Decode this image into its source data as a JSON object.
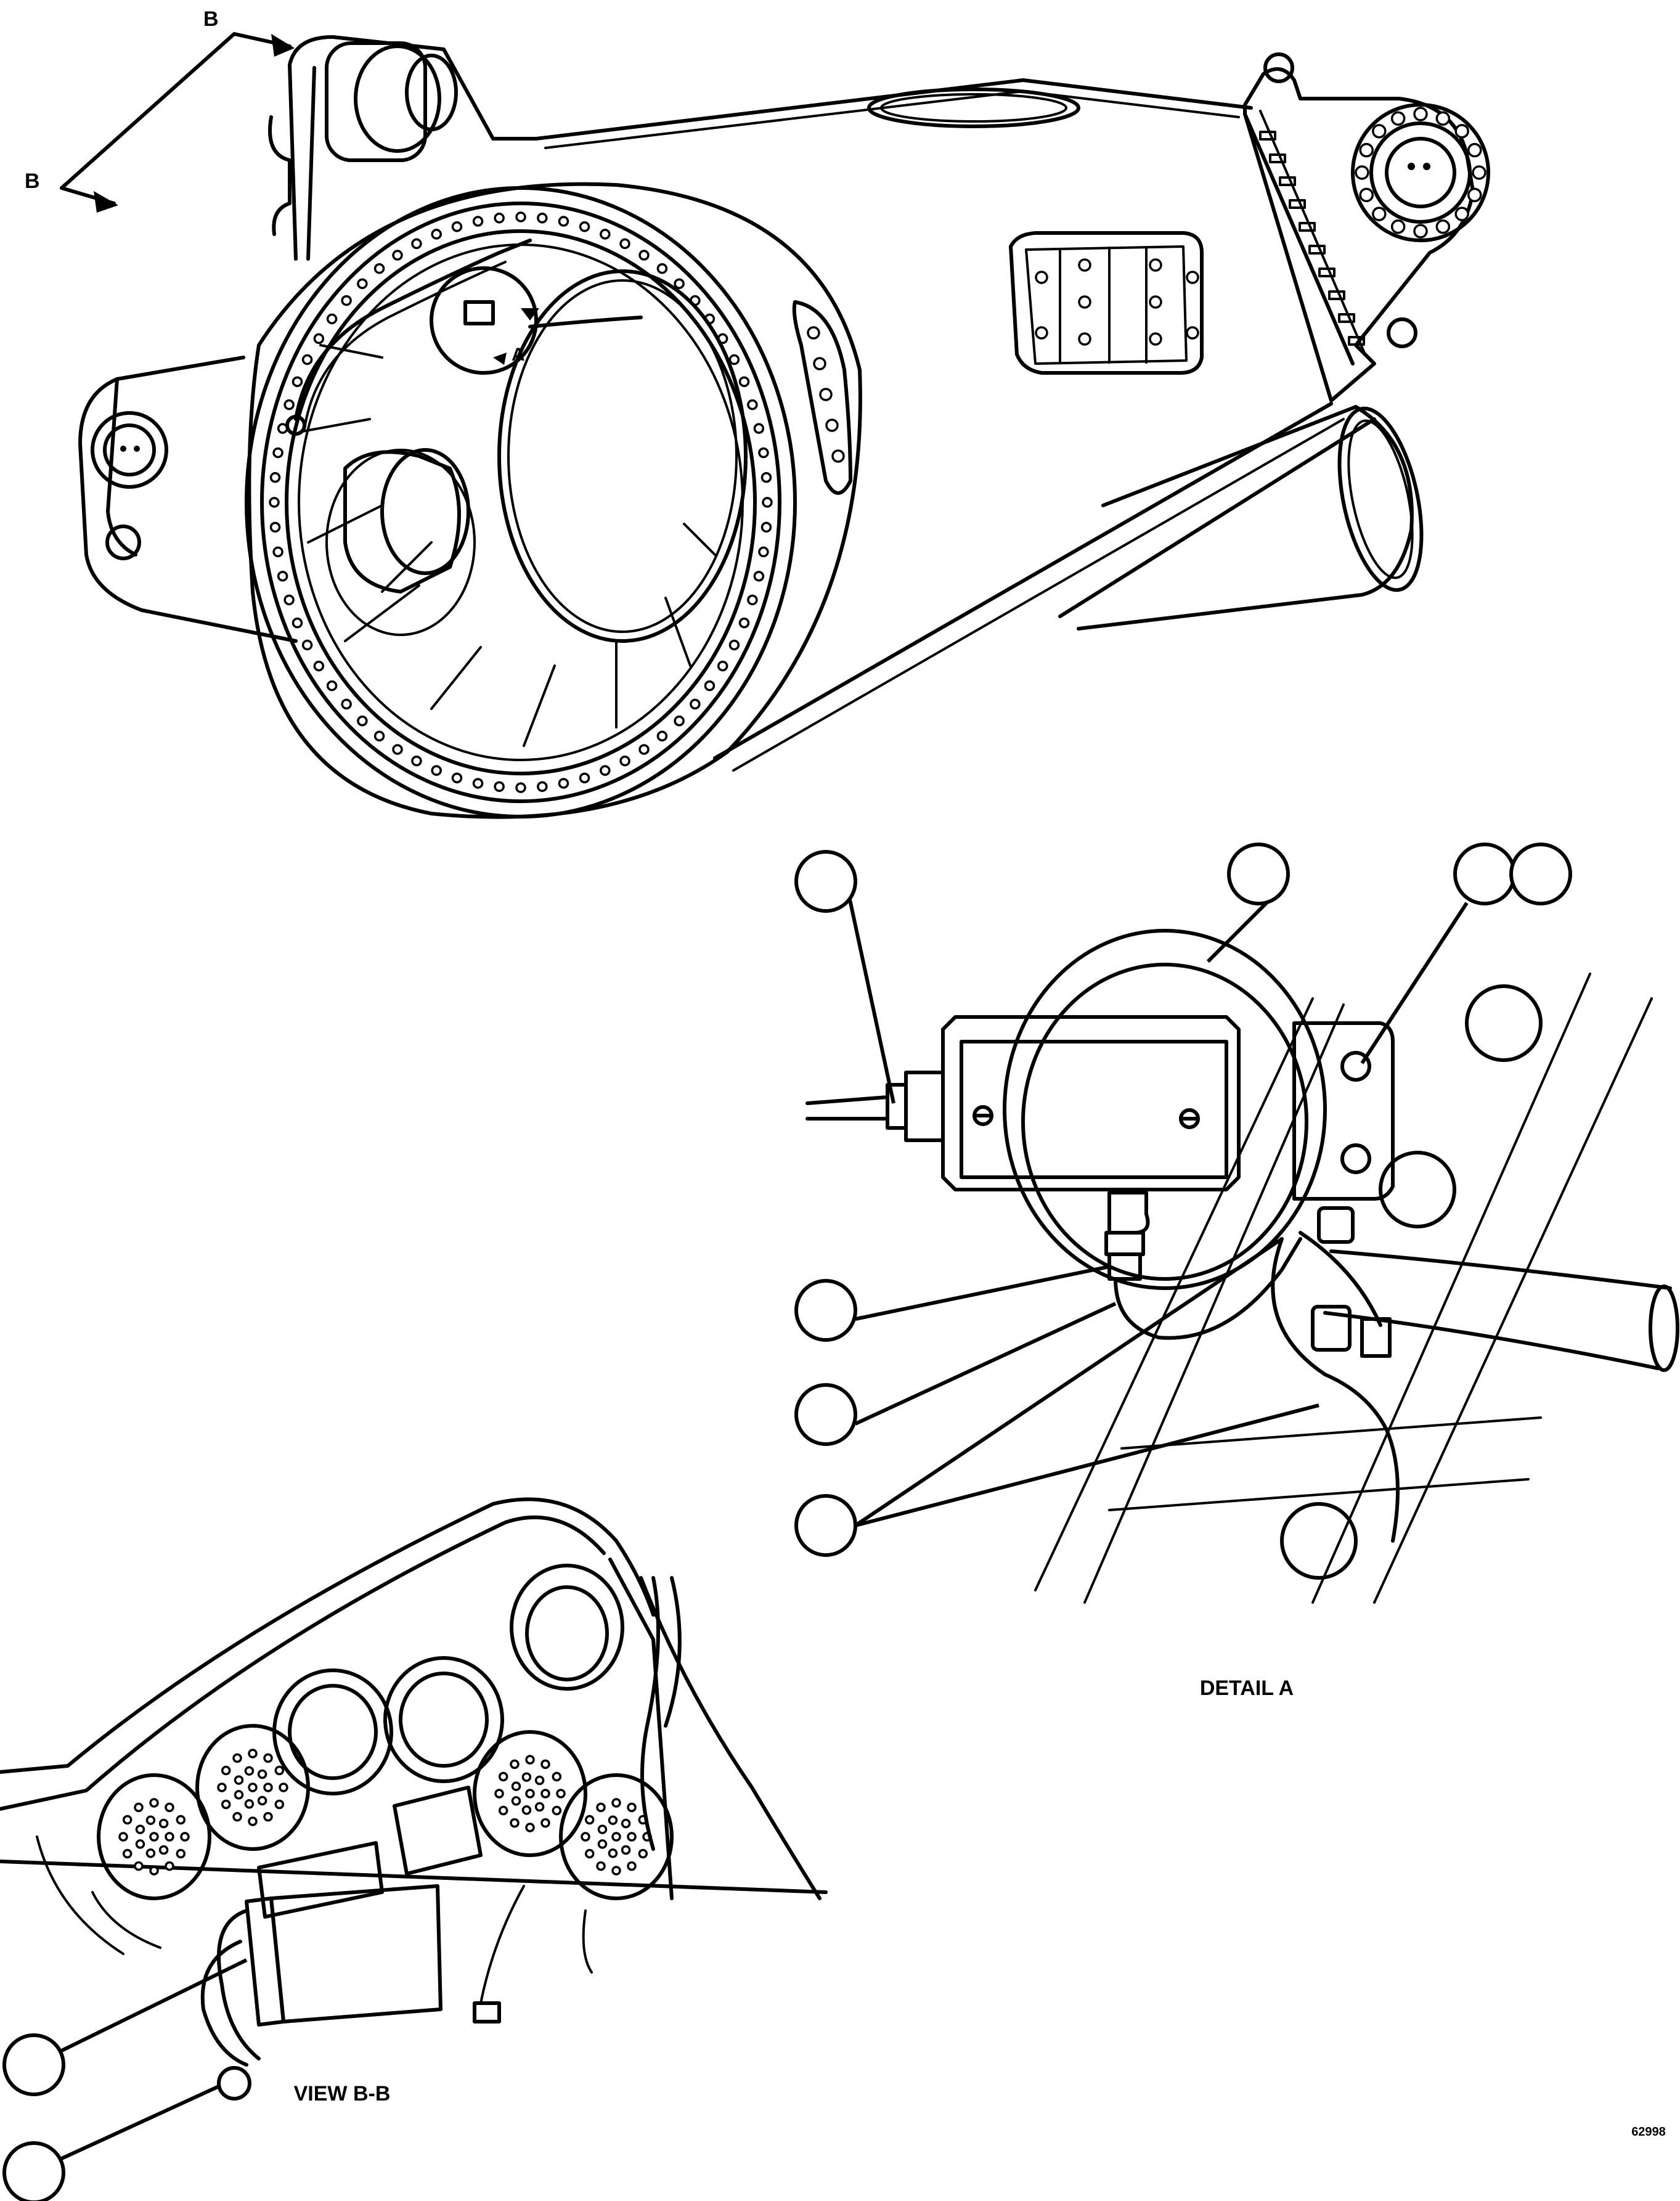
{
  "labels": {
    "section_arrow_top": "B",
    "section_arrow_left": "B",
    "detail_marker": "A",
    "detail_title": "DETAIL A",
    "view_title": "VIEW B-B",
    "figure_number": "62998"
  },
  "callouts": {
    "detail_a": [
      "",
      "",
      "",
      "",
      "",
      "",
      ""
    ],
    "view_bb": [
      "",
      ""
    ]
  }
}
